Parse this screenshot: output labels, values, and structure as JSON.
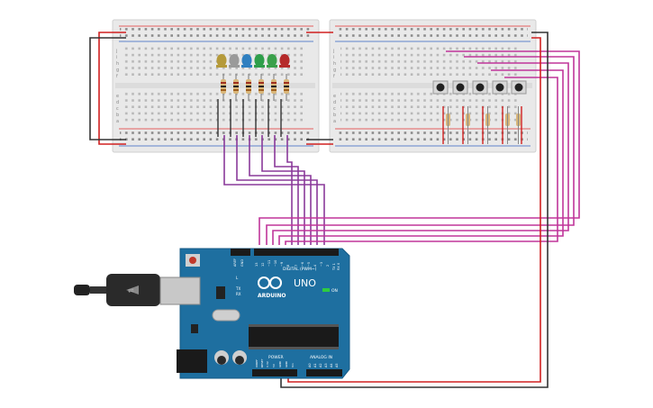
{
  "board": {
    "brand": "ARDUINO",
    "model": "UNO",
    "digital_label": "DIGITAL (PWM~)",
    "power_label": "POWER",
    "analog_label": "ANALOG IN",
    "on_label": "ON",
    "tx_label": "TX",
    "rx_label": "RX",
    "l_label": "L",
    "aref_label": "AREF",
    "gnd_label": "GND",
    "digital_pins": [
      "13",
      "12",
      "~11",
      "~10",
      "~9",
      "8",
      "7",
      "~6",
      "~5",
      "4",
      "~3",
      "2",
      "TX 1",
      "RX 0"
    ],
    "power_pins": [
      "IOREF",
      "RESET",
      "3.3V",
      "5V",
      "GND",
      "GND",
      "Vin"
    ],
    "analog_pins": [
      "A0",
      "A1",
      "A2",
      "A3",
      "A4",
      "A5"
    ]
  },
  "breadboards": {
    "row_letters_top": [
      "j",
      "i",
      "h",
      "g",
      "f"
    ],
    "row_letters_bottom": [
      "e",
      "d",
      "c",
      "b",
      "a"
    ]
  },
  "leds": {
    "colors": [
      "#b59a3a",
      "#9a9a9a",
      "#2f7fc0",
      "#2e9e4a",
      "#c9b21e",
      "#b52a2a"
    ]
  },
  "buttons": {
    "count": 5
  },
  "wires": {
    "purple": "#8a3a9a",
    "magenta": "#c0359a",
    "red": "#d02020",
    "black": "#333333"
  }
}
